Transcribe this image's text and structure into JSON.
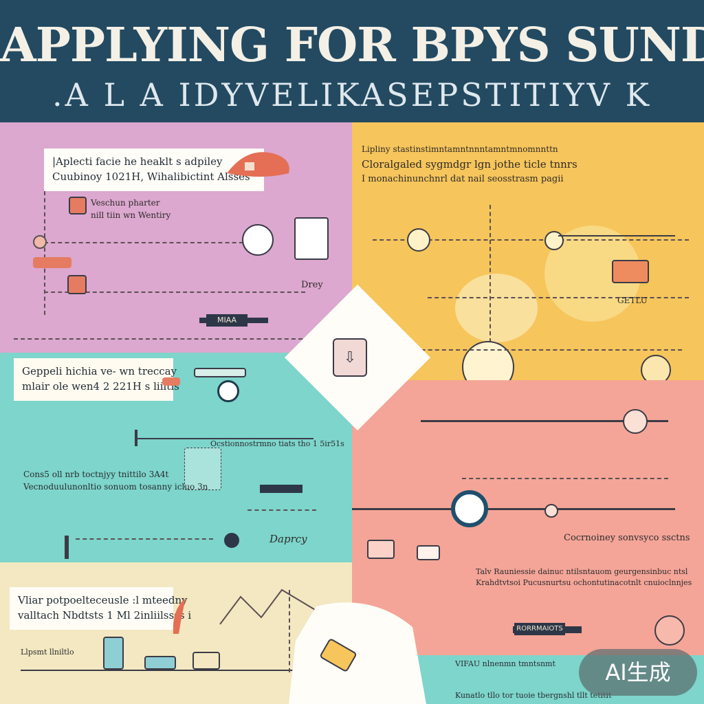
{
  "header": {
    "title": "APPLYING FOR BPYS SUNDRED",
    "subtitle": ".A L A IDYVELIKASEPSTITIYV K"
  },
  "pink": {
    "card_line1": "|Aplecti facie he heaklt s adpiley",
    "card_line2": "Cuubinoy 1021H, Wihalibictint Alsses",
    "note1": "Veschun pharter",
    "note2": "nill tiin wn Wentiry",
    "long_label": "Drey",
    "bar_label": "MIAA"
  },
  "yellow": {
    "header_line": "Lipliny stastinstimntamntnnntamntmnomnnttn",
    "line2": "Cloralgaled sygmdgr lgn jothe ticle tnnrs",
    "line3": "I monachinunchnrl dat nail seosstrasm pagii",
    "tag": "GETLU"
  },
  "teal": {
    "card_line1": "Geppeli hichia ve- wn treccay",
    "card_line2": "mlair ole wen4 2 221H s liiltis",
    "row1": "Ocstionnostrmno tiats tho 1 5ir51s",
    "row2": "Cons5 oll nrb toctnjyy tnittilo 3A4t",
    "row3": "Vecnoduulunonltio sonuom tosanny icluo 3n",
    "bottom": "Daprcy"
  },
  "coral": {
    "row1": "Cocrnoiney sonvsyco ssctns",
    "row2": "Talv Rauniessie dainuc ntilsntauom geurgensinbuc ntsl",
    "row3": "Krahdtvtsoi Pucusnurtsu ochontutinacotnlt cnuioclnnjes",
    "bar": "RORRMAIOTS"
  },
  "cream": {
    "card_line1": "Vliar potpoelteceusle :l mteedny",
    "card_line2": "valltach Nbdtsts 1 Ml 2inliilssss i",
    "ledger": "Llpsmt llniltlo"
  },
  "teal2": {
    "line1": "VIFAU nlnenmn tmntsnmt",
    "line2": "Kunatlo tllo tor tuoie tbergnshl  tllt tetitit"
  },
  "badge": "AI生成",
  "colors": {
    "header": "#234a61",
    "pink": "#dca8cf",
    "yellow": "#f6c55b",
    "teal": "#7dd5cb",
    "coral": "#f4a597",
    "cream": "#f3e8c1"
  }
}
